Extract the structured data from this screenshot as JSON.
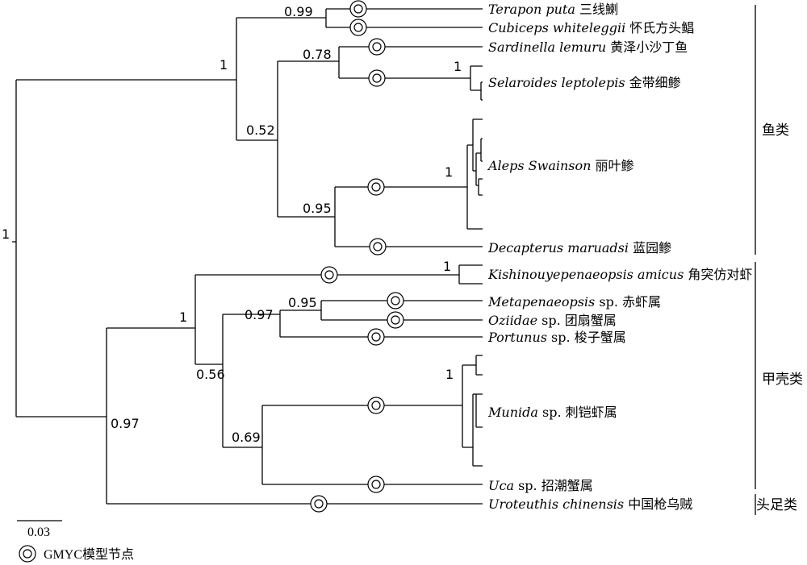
{
  "nodes": [
    {
      "id": "root",
      "support": "1"
    },
    {
      "id": "fish",
      "support": "1"
    },
    {
      "id": "fish-a",
      "support": "0.99"
    },
    {
      "id": "fish-b",
      "support": "0.52"
    },
    {
      "id": "fish-c",
      "support": "0.78"
    },
    {
      "id": "fish-d",
      "support": "1"
    },
    {
      "id": "fish-e",
      "support": "0.95"
    },
    {
      "id": "fish-f",
      "support": "1"
    },
    {
      "id": "inv",
      "support": "0.97"
    },
    {
      "id": "crust",
      "support": "1"
    },
    {
      "id": "crust-kish",
      "support": "1"
    },
    {
      "id": "crust-b",
      "support": "0.56"
    },
    {
      "id": "crust-c",
      "support": "0.97"
    },
    {
      "id": "crust-d",
      "support": "0.95"
    },
    {
      "id": "crust-e",
      "support": "0.69"
    },
    {
      "id": "crust-munida",
      "support": "1"
    }
  ],
  "taxa": [
    {
      "latin": "Terapon puta",
      "extra": "",
      "cn": "三线鯻"
    },
    {
      "latin": "Cubiceps whiteleggii",
      "extra": "",
      "cn": "怀氏方头鲳"
    },
    {
      "latin": "Sardinella lemuru",
      "extra": "",
      "cn": "黄泽小沙丁鱼"
    },
    {
      "latin": "Selaroides leptolepis",
      "extra": "",
      "cn": "金带细鲹"
    },
    {
      "latin": "Aleps Swainson",
      "extra": "",
      "cn": "丽叶鲹"
    },
    {
      "latin": "Decapterus maruadsi",
      "extra": "",
      "cn": "蓝园鲹"
    },
    {
      "latin": "Kishinouyepenaeopsis amicus",
      "extra": "",
      "cn": "角突仿对虾"
    },
    {
      "latin": "Metapenaeopsis",
      "extra": "sp.",
      "cn": "赤虾属"
    },
    {
      "latin": "Oziidae",
      "extra": "sp.",
      "cn": "团扇蟹属"
    },
    {
      "latin": "Portunus",
      "extra": "sp.",
      "cn": "梭子蟹属"
    },
    {
      "latin": "Munida",
      "extra": "sp.",
      "cn": "刺铠虾属"
    },
    {
      "latin": "Uca",
      "extra": "sp.",
      "cn": "招潮蟹属"
    },
    {
      "latin": "Uroteuthis chinensis",
      "extra": "",
      "cn": "中国枪乌贼"
    }
  ],
  "groups": [
    {
      "label": "鱼类"
    },
    {
      "label": "甲壳类"
    },
    {
      "label": "头足类"
    }
  ],
  "scale_bar": {
    "label": "0.03"
  },
  "legend": {
    "label": "GMYC模型节点",
    "icon": "double-circle-icon"
  }
}
